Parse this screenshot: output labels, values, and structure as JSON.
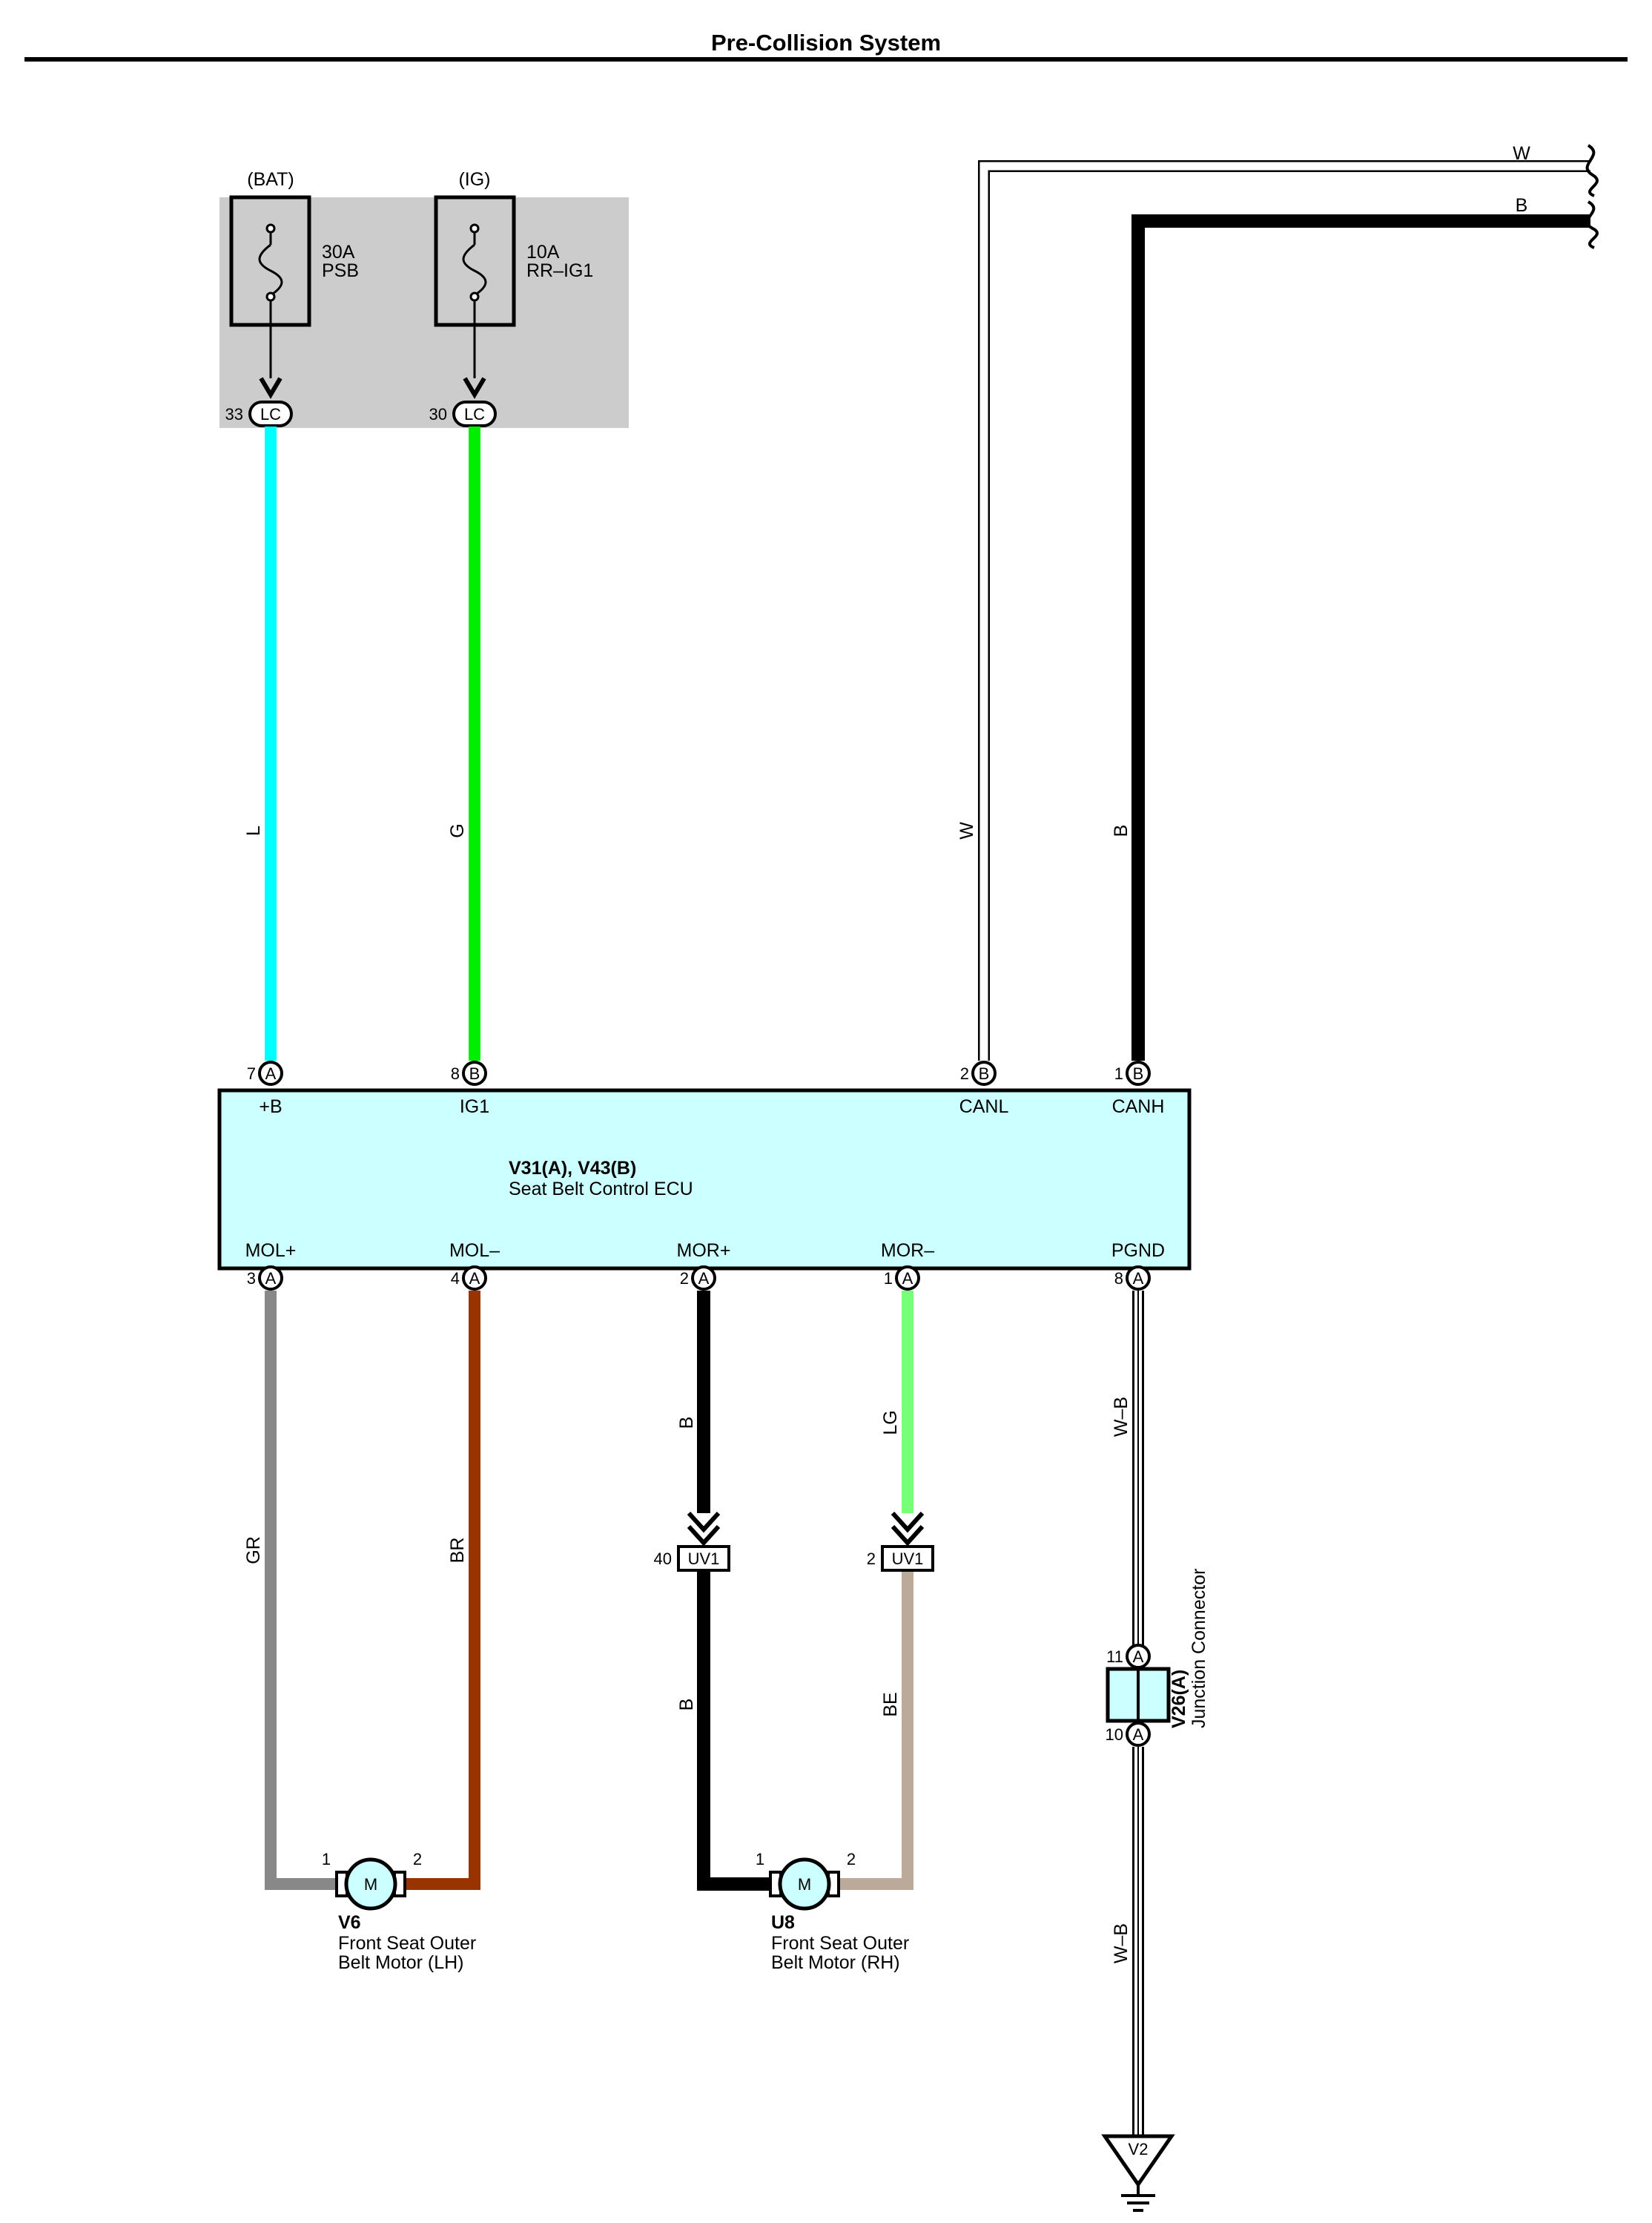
{
  "title": "Pre-Collision System",
  "colors": {
    "L": "#00FFFF",
    "G": "#00EE00",
    "GR": "#888888",
    "BR": "#993300",
    "B": "#000000",
    "LG": "#77FF77",
    "BE": "#BBAA99",
    "W": "#FFFFFF",
    "ecu_fill": "#CCFFFF",
    "fuse_box_fill": "#CCCCCC"
  },
  "fuses": [
    {
      "source": "(BAT)",
      "amp": "30A",
      "name": "PSB",
      "pin": "33",
      "connector": "LC"
    },
    {
      "source": "(IG)",
      "amp": "10A",
      "name": "RR–IG1",
      "pin": "30",
      "connector": "LC"
    }
  ],
  "wire_colors": {
    "plus_b": "L",
    "ig1": "G",
    "canl": "W",
    "canh": "B",
    "canl_end": "W",
    "canh_end": "B",
    "mol_plus": "GR",
    "mol_minus": "BR",
    "mor_plus_upper": "B",
    "mor_plus_lower": "B",
    "mor_minus_upper": "LG",
    "mor_minus_lower": "BE",
    "pgnd_upper": "W–B",
    "pgnd_lower": "W–B"
  },
  "ecu": {
    "code": "V31(A), V43(B)",
    "name": "Seat Belt Control ECU",
    "top_pins": [
      {
        "num": "7",
        "conn": "A",
        "name": "+B"
      },
      {
        "num": "8",
        "conn": "B",
        "name": "IG1"
      },
      {
        "num": "2",
        "conn": "B",
        "name": "CANL"
      },
      {
        "num": "1",
        "conn": "B",
        "name": "CANH"
      }
    ],
    "bottom_pins": [
      {
        "num": "3",
        "conn": "A",
        "name": "MOL+"
      },
      {
        "num": "4",
        "conn": "A",
        "name": "MOL–"
      },
      {
        "num": "2",
        "conn": "A",
        "name": "MOR+"
      },
      {
        "num": "1",
        "conn": "A",
        "name": "MOR–"
      },
      {
        "num": "8",
        "conn": "A",
        "name": "PGND"
      }
    ]
  },
  "inline_connectors": [
    {
      "pin": "40",
      "name": "UV1"
    },
    {
      "pin": "2",
      "name": "UV1"
    }
  ],
  "motors": [
    {
      "code": "V6",
      "line1": "Front Seat Outer",
      "line2": "Belt Motor (LH)",
      "symbol": "M",
      "pin1": "1",
      "pin2": "2"
    },
    {
      "code": "U8",
      "line1": "Front Seat Outer",
      "line2": "Belt Motor (RH)",
      "symbol": "M",
      "pin1": "1",
      "pin2": "2"
    }
  ],
  "junction": {
    "code": "V26(A)",
    "name": "Junction Connector",
    "pin_top": "11",
    "pin_bottom": "10",
    "conn": "A"
  },
  "ground": {
    "code": "V2"
  }
}
